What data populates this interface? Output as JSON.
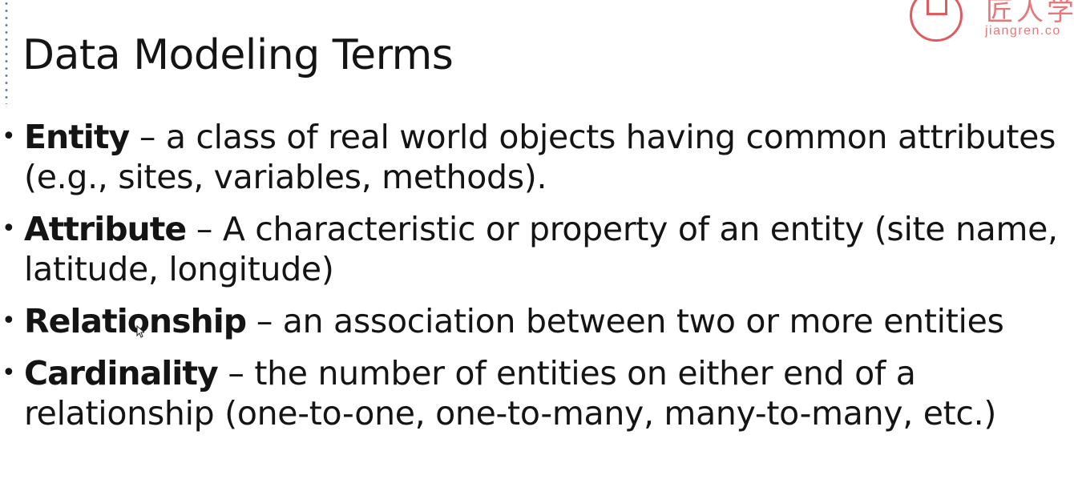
{
  "slide": {
    "title": "Data Modeling Terms",
    "logo": {
      "chinese_text": "匠人学",
      "url_text": "jiangren.co"
    },
    "bullets": [
      {
        "term": "Entity",
        "definition": " – a class of real world objects having common attributes (e.g., sites, variables, methods)."
      },
      {
        "term": "Attribute",
        "definition": " – A characteristic or property of an entity (site name, latitude, longitude)"
      },
      {
        "term": "Relationship",
        "definition": " – an association between two or more entities"
      },
      {
        "term": "Cardinality",
        "definition": " – the number of entities on either end of a relationship (one-to-one, one-to-many, many-to-many, etc.)"
      }
    ],
    "colors": {
      "text": "#141414",
      "logo_accent": "#e15a5e",
      "decor_dots": "#5a6fb0",
      "background": "#ffffff"
    }
  }
}
